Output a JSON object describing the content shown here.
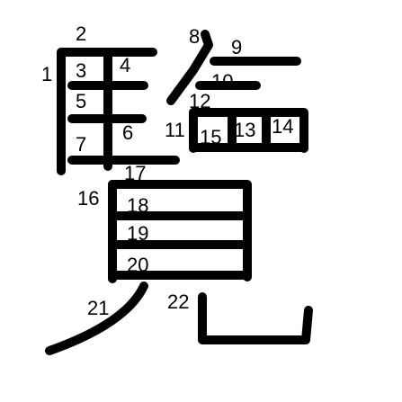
{
  "character": "覽",
  "stroke_numbers": [
    "1",
    "2",
    "3",
    "4",
    "5",
    "6",
    "7",
    "8",
    "9",
    "10",
    "11",
    "12",
    "13",
    "14",
    "15",
    "16",
    "17",
    "18",
    "19",
    "20",
    "21",
    "22"
  ],
  "colors": {
    "background": "#ffffff",
    "ink": "#000000"
  }
}
